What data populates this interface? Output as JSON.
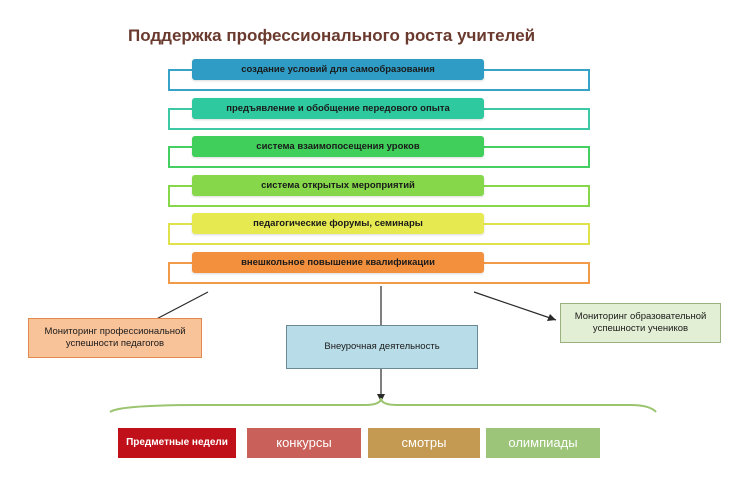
{
  "title": "Поддержка профессионального роста учителей",
  "steps": [
    {
      "label": "создание условий для самообразования",
      "fill": "#2f9cc5",
      "frame": "#38a3c9"
    },
    {
      "label": "предъявление и обобщение передового опыта",
      "fill": "#2fc9a0",
      "frame": "#3ec9a6"
    },
    {
      "label": "система взаимопосещения уроков",
      "fill": "#3fcf5a",
      "frame": "#45cf60"
    },
    {
      "label": "система открытых мероприятий",
      "fill": "#86d84a",
      "frame": "#86d84a"
    },
    {
      "label": "педагогические форумы, семинары",
      "fill": "#e6ea50",
      "frame": "#e0e24c"
    },
    {
      "label": "внешкольное повышение квалификации",
      "fill": "#f2903e",
      "frame": "#f29a4a"
    }
  ],
  "monitoring_teachers": {
    "label": "Мониторинг профессиональной успешности педагогов",
    "fill": "#f9c39a"
  },
  "extracurricular": {
    "label": "Внеурочная деятельность",
    "fill": "#b8dde8"
  },
  "monitoring_students": {
    "label": "Мониторинг образовательной успешности учеников",
    "fill": "#e3efd4"
  },
  "activities": [
    {
      "label": "Предметные недели",
      "fill": "#c0101a"
    },
    {
      "label": "конкурсы",
      "fill": "#c9605a"
    },
    {
      "label": "смотры",
      "fill": "#c49a52"
    },
    {
      "label": "олимпиады",
      "fill": "#9cc57a"
    }
  ],
  "connector_color": "#2a2a2a",
  "brace_color": "#9bc46e"
}
